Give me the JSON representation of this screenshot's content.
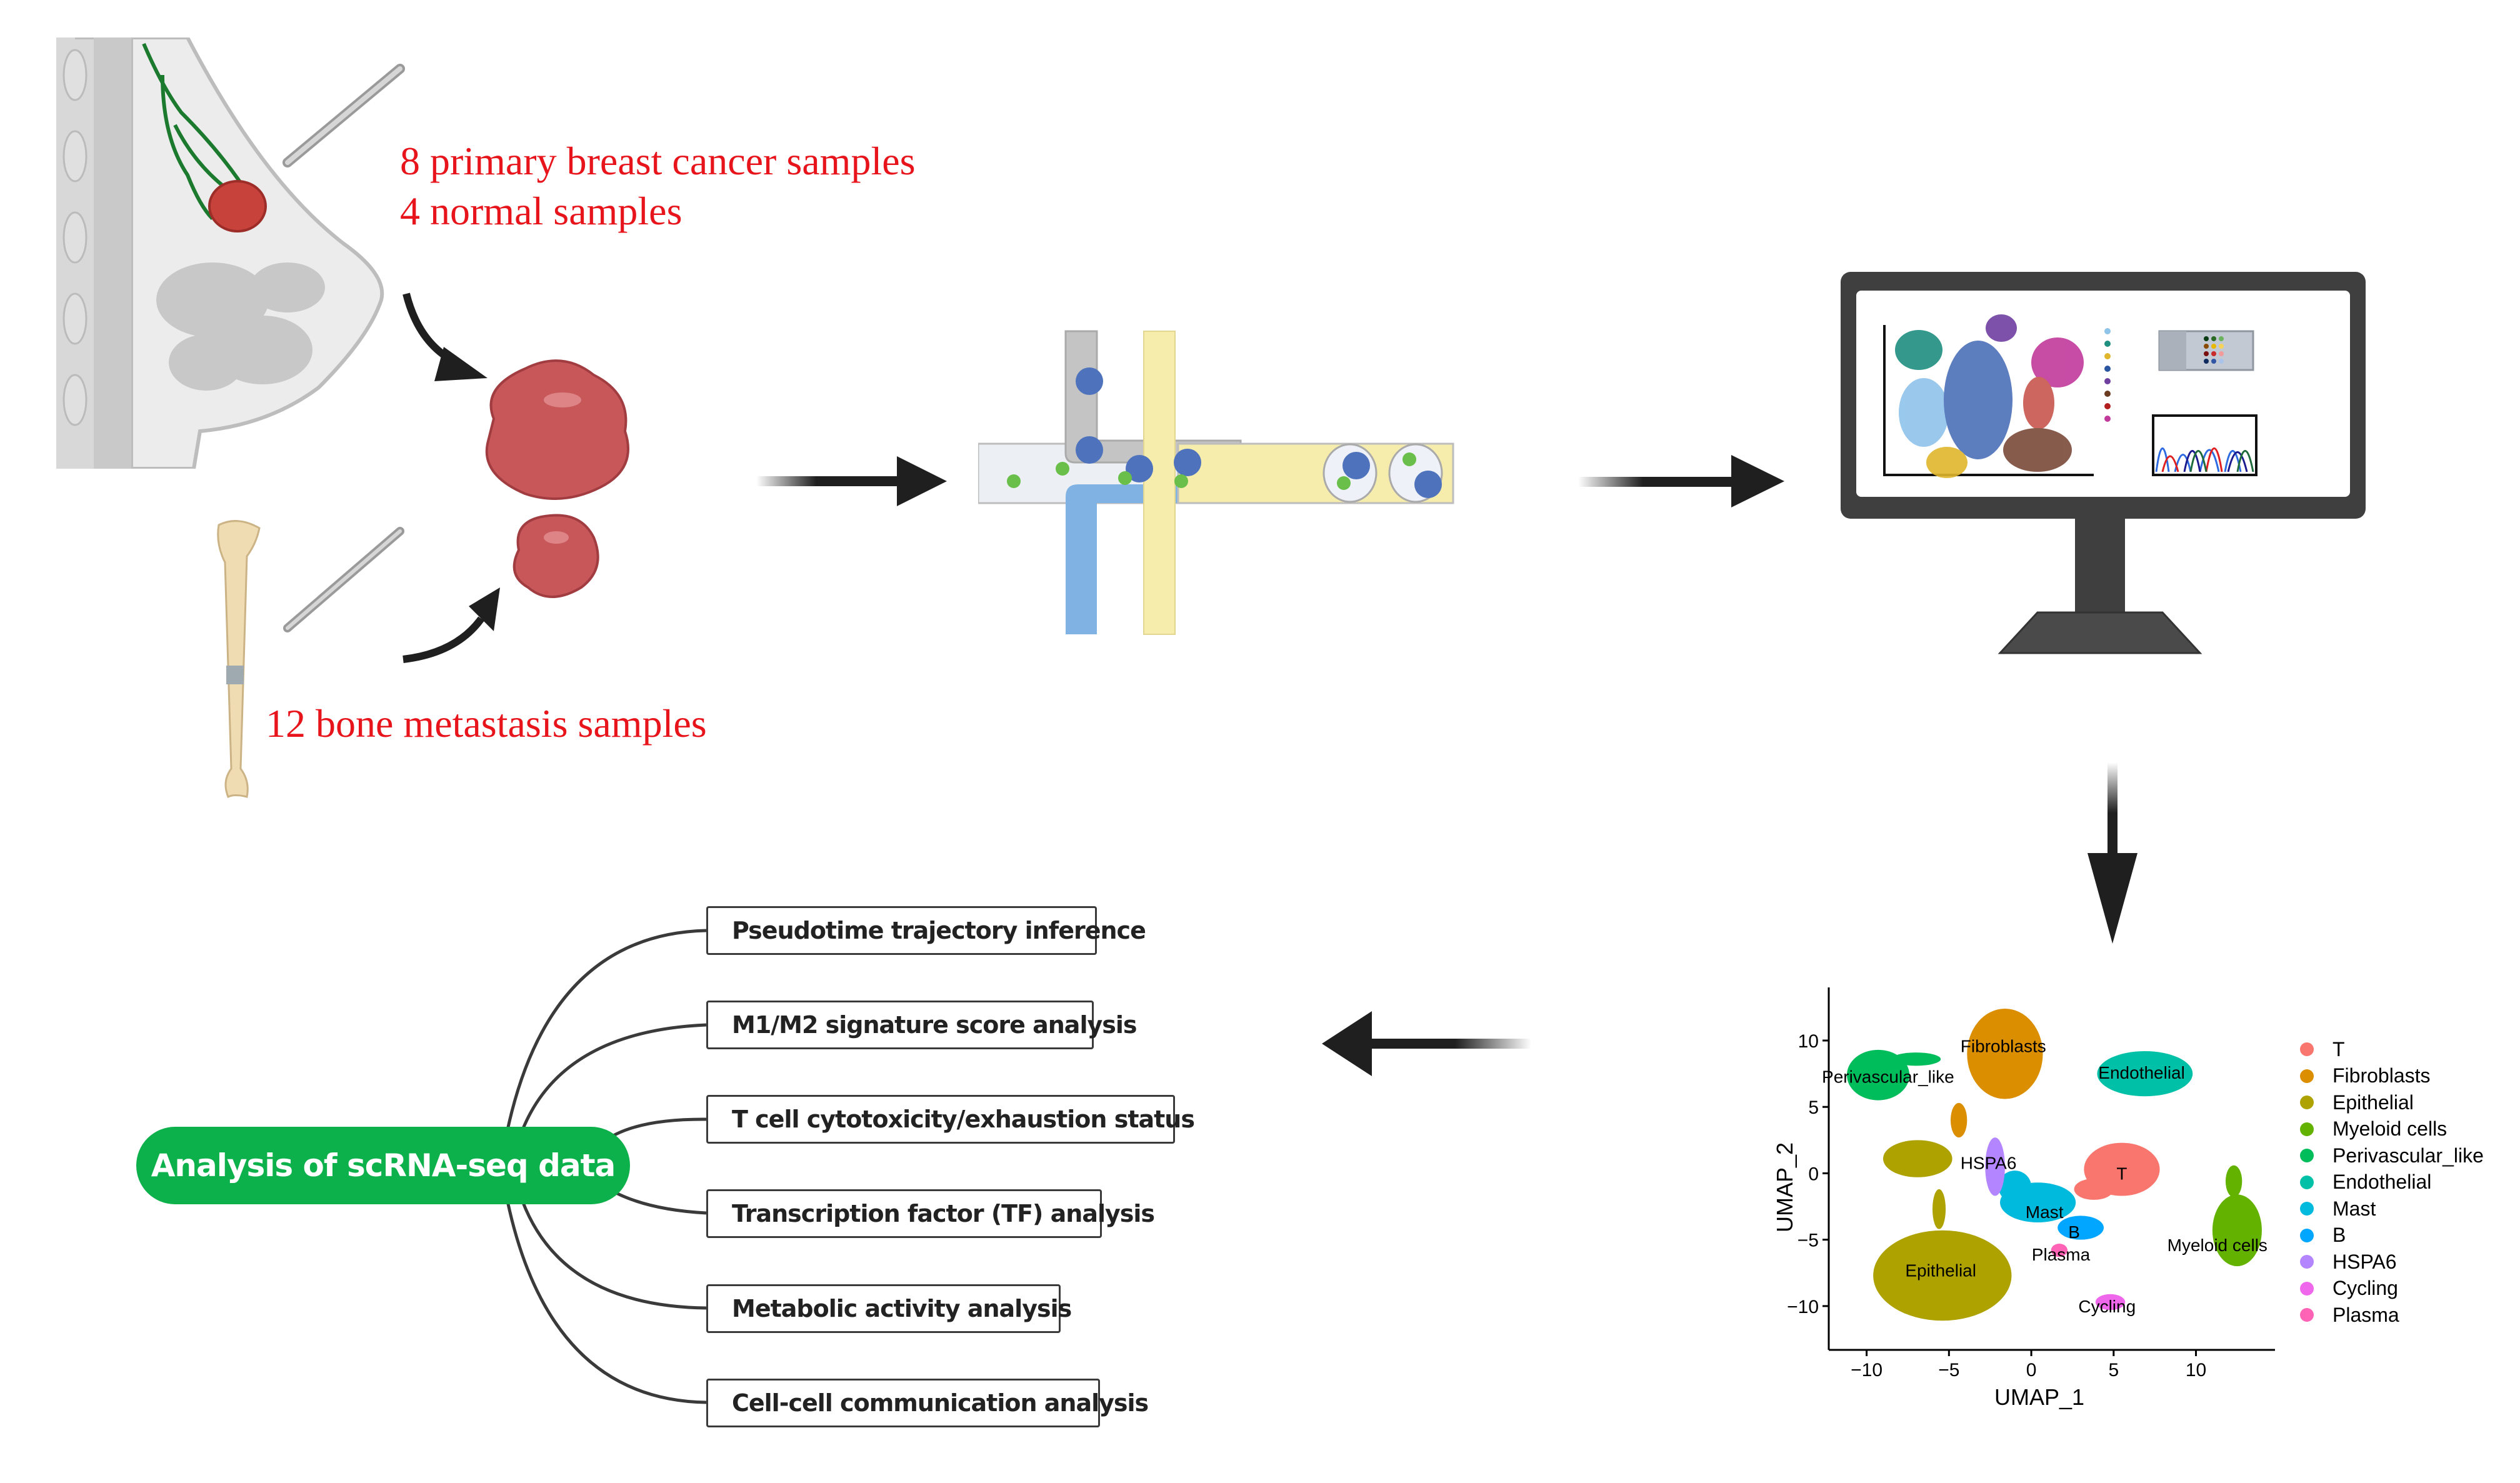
{
  "samples": {
    "primary": "8 primary breast cancer samples",
    "normal": "4 normal samples",
    "bone": "12 bone metastasis samples"
  },
  "icons": {
    "breast": "breast-anatomy-icon",
    "bone": "femur-bone-icon",
    "tumor": "tumor-tissue-icon",
    "scalpel": "scalpel-icon",
    "microfluidic": "droplet-microfluidics-icon",
    "computer": "computer-monitor-icon"
  },
  "analysis": {
    "root": "Analysis of scRNA-seq data",
    "items": [
      "Pseudotime trajectory inference",
      "M1/M2 signature score analysis",
      "T cell cytotoxicity/exhaustion status",
      "Transcription factor (TF) analysis",
      "Metabolic activity analysis",
      "Cell-cell communication analysis"
    ]
  },
  "colors": {
    "sample_text": "#e8141b",
    "root_green": "#0db14b",
    "arrow": "#1f1f1f"
  },
  "chart_data": {
    "type": "scatter",
    "title": "",
    "xlabel": "UMAP_1",
    "ylabel": "UMAP_2",
    "xlim": [
      -12.3,
      14.8
    ],
    "ylim": [
      -13.3,
      14
    ],
    "xticks": [
      -10,
      -5,
      0,
      5,
      10
    ],
    "yticks": [
      -10,
      -5,
      0,
      5,
      10
    ],
    "xtick_labels": [
      "−10",
      "−5",
      "0",
      "5",
      "10"
    ],
    "ytick_labels": [
      "−10",
      "−5",
      "0",
      "5",
      "10"
    ],
    "grid": false,
    "legend_position": "right",
    "series": [
      {
        "name": "T",
        "color": "#f8766d",
        "label_pos": [
          5.5,
          0
        ],
        "blobs": [
          [
            5.5,
            0.3,
            2.3,
            2.0
          ],
          [
            3.8,
            -1.2,
            1.2,
            0.8
          ]
        ]
      },
      {
        "name": "Fibroblasts",
        "color": "#db8e00",
        "label_pos": [
          -1.7,
          9.6
        ],
        "blobs": [
          [
            -1.6,
            9.0,
            2.3,
            3.4
          ],
          [
            -4.4,
            4.0,
            0.5,
            1.3
          ]
        ]
      },
      {
        "name": "Epithelial",
        "color": "#aea200",
        "label_pos": [
          -5.5,
          -7.3
        ],
        "blobs": [
          [
            -5.4,
            -7.7,
            4.2,
            3.4
          ],
          [
            -6.9,
            1.1,
            2.1,
            1.4
          ],
          [
            -5.6,
            -2.7,
            0.4,
            1.5
          ]
        ]
      },
      {
        "name": "Myeloid cells",
        "color": "#64b200",
        "label_pos": [
          11.3,
          -5.4
        ],
        "blobs": [
          [
            12.5,
            -4.3,
            1.5,
            2.7
          ],
          [
            12.3,
            -0.6,
            0.5,
            1.2
          ]
        ]
      },
      {
        "name": "Perivascular_like",
        "color": "#00bd5c",
        "label_pos": [
          -8.7,
          7.3
        ],
        "blobs": [
          [
            -9.3,
            7.4,
            1.9,
            1.9
          ],
          [
            -7.0,
            8.6,
            1.5,
            0.5
          ]
        ]
      },
      {
        "name": "Endothelial",
        "color": "#00c1a7",
        "label_pos": [
          6.7,
          7.6
        ],
        "blobs": [
          [
            6.9,
            7.5,
            2.9,
            1.7
          ]
        ]
      },
      {
        "name": "Mast",
        "color": "#00badE",
        "label_pos": [
          0.8,
          -2.9
        ],
        "blobs": [
          [
            0.4,
            -2.2,
            2.3,
            1.5
          ],
          [
            -1.0,
            -1.0,
            1.0,
            1.2
          ]
        ]
      },
      {
        "name": "B",
        "color": "#00a6ff",
        "label_pos": [
          2.6,
          -4.4
        ],
        "blobs": [
          [
            3.0,
            -4.1,
            1.4,
            0.9
          ]
        ]
      },
      {
        "name": "HSPA6",
        "color": "#b385ff",
        "label_pos": [
          -2.6,
          0.8
        ],
        "blobs": [
          [
            -2.2,
            0.5,
            0.6,
            2.2
          ]
        ]
      },
      {
        "name": "Cycling",
        "color": "#ef67eb",
        "label_pos": [
          4.6,
          -10.0
        ],
        "blobs": [
          [
            4.8,
            -9.7,
            0.9,
            0.6
          ]
        ]
      },
      {
        "name": "Plasma",
        "color": "#ff63b6",
        "label_pos": [
          1.8,
          -6.1
        ],
        "blobs": [
          [
            1.7,
            -5.8,
            0.5,
            0.5
          ]
        ]
      }
    ]
  }
}
